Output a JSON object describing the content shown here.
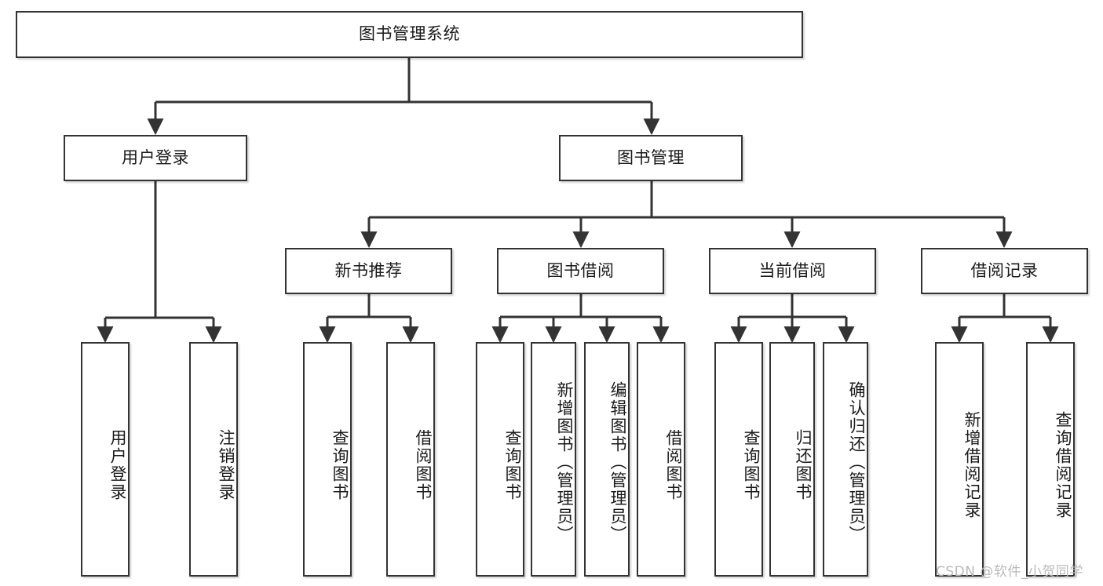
{
  "diagram": {
    "type": "hierarchy-tree",
    "orientation": "top-down",
    "title": "图书管理系统",
    "root": {
      "id": "root",
      "label": "图书管理系统",
      "level": 0
    },
    "level1": [
      {
        "id": "user-login",
        "label": "用户登录"
      },
      {
        "id": "book-management",
        "label": "图书管理"
      }
    ],
    "level2": [
      {
        "id": "new-book-recommend",
        "label": "新书推荐",
        "parent": "book-management"
      },
      {
        "id": "book-borrow",
        "label": "图书借阅",
        "parent": "book-management"
      },
      {
        "id": "current-borrow",
        "label": "当前借阅",
        "parent": "book-management"
      },
      {
        "id": "borrow-record",
        "label": "借阅记录",
        "parent": "book-management"
      }
    ],
    "leaves": [
      {
        "id": "leaf-user-login",
        "label": "用户登录",
        "parent": "user-login"
      },
      {
        "id": "leaf-logout",
        "label": "注销登录",
        "parent": "user-login"
      },
      {
        "id": "leaf-query-book-1",
        "label": "查询图书",
        "parent": "new-book-recommend"
      },
      {
        "id": "leaf-borrow-book-1",
        "label": "借阅图书",
        "parent": "new-book-recommend"
      },
      {
        "id": "leaf-query-book-2",
        "label": "查询图书",
        "parent": "book-borrow"
      },
      {
        "id": "leaf-add-book",
        "label": "新增图书（管理员）",
        "parent": "book-borrow"
      },
      {
        "id": "leaf-edit-book",
        "label": "编辑图书（管理员）",
        "parent": "book-borrow"
      },
      {
        "id": "leaf-borrow-book-2",
        "label": "借阅图书",
        "parent": "book-borrow"
      },
      {
        "id": "leaf-query-book-3",
        "label": "查询图书",
        "parent": "current-borrow"
      },
      {
        "id": "leaf-return-book",
        "label": "归还图书",
        "parent": "current-borrow"
      },
      {
        "id": "leaf-confirm-return",
        "label": "确认归还（管理员）",
        "parent": "current-borrow"
      },
      {
        "id": "leaf-add-record",
        "label": "新增借阅记录",
        "parent": "borrow-record"
      },
      {
        "id": "leaf-query-record",
        "label": "查询借阅记录",
        "parent": "borrow-record"
      }
    ],
    "colors": {
      "node_border": "#333333",
      "node_fill": "#ffffff",
      "edge": "#333333",
      "text": "#1a1a1a",
      "watermark": "#b9b9b9",
      "background": "#ffffff"
    }
  },
  "watermark": {
    "text": "CSDN @软件_小贺同学"
  }
}
